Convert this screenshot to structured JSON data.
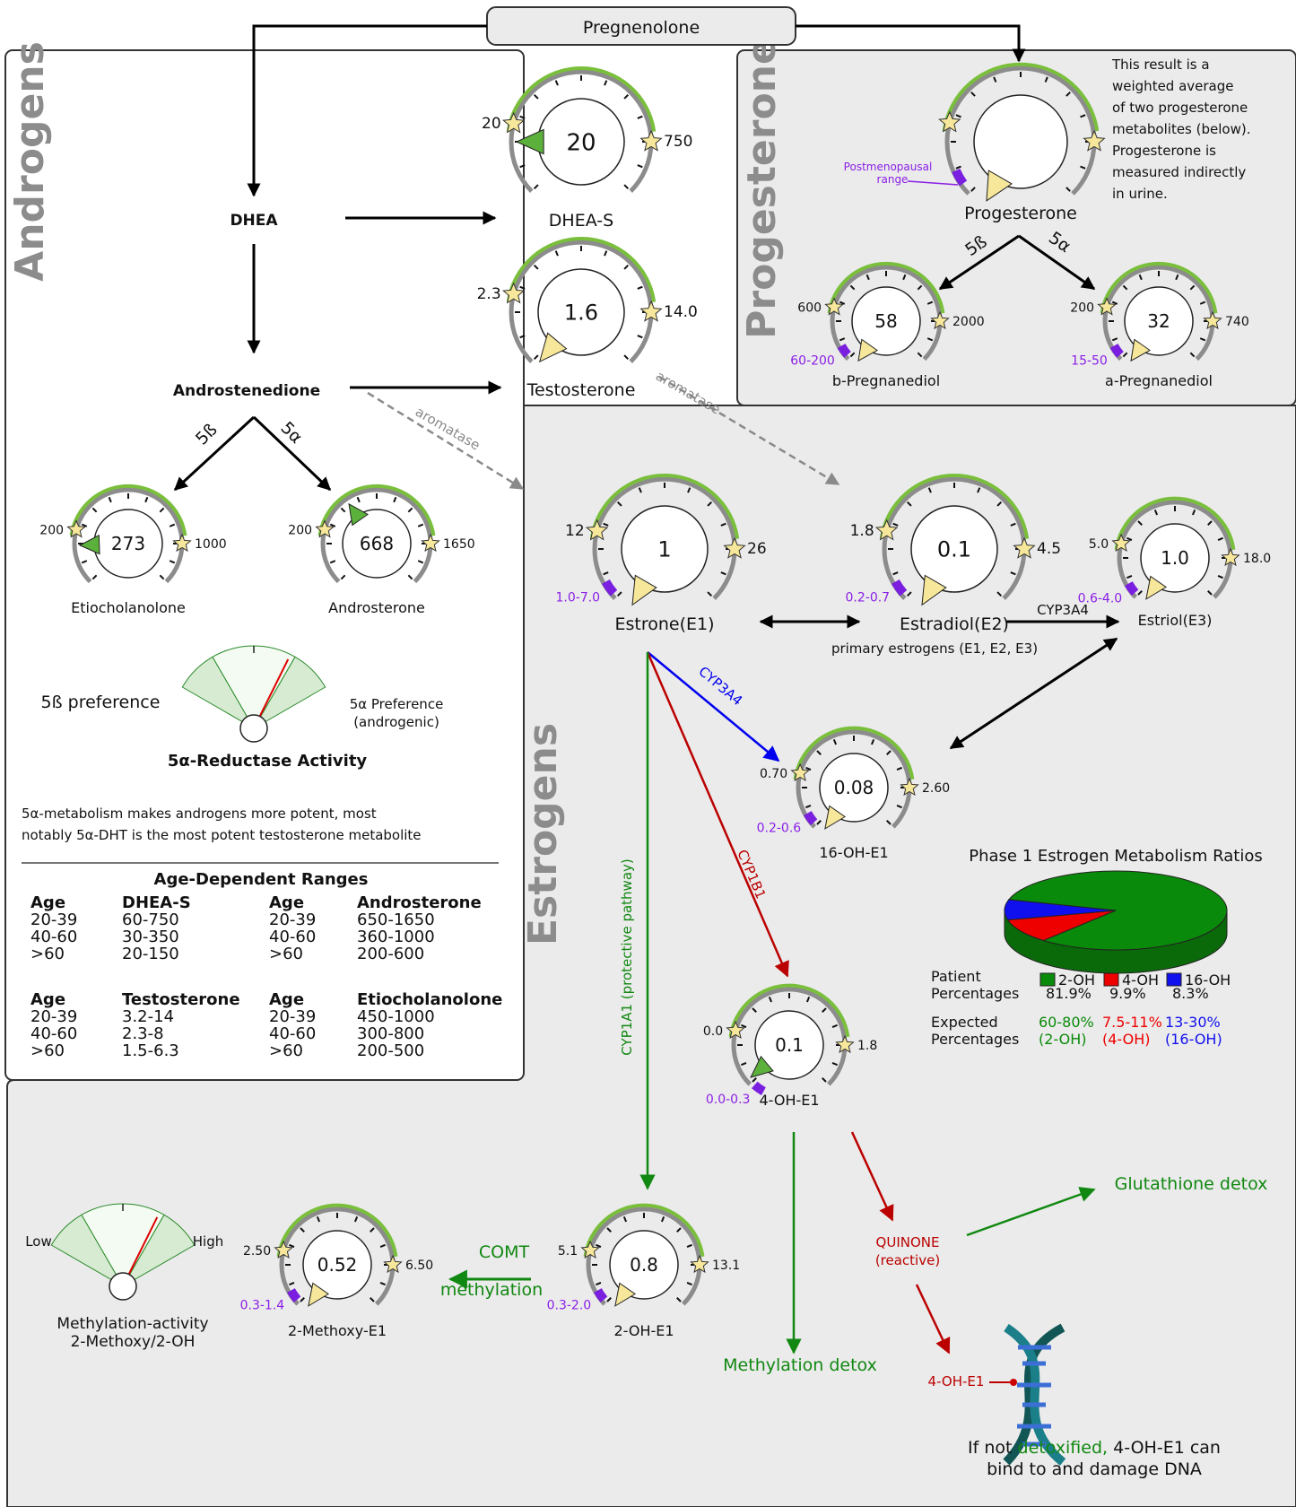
{
  "sections": {
    "androgens": "Androgens",
    "progesterone": "Progesterone",
    "estrogens": "Estrogens"
  },
  "top": {
    "pregnenolone": "Pregnenolone"
  },
  "labels": {
    "dhea": "DHEA",
    "androstenedione": "Androstenedione",
    "five_beta": "5ß",
    "five_alpha": "5α",
    "aromatase": "aromatase",
    "cyp3a4": "CYP3A4",
    "cyp1b1": "CYP1B1",
    "cyp1a1": "CYP1A1 (protective pathway)",
    "primary_estrogens": "primary estrogens (E1, E2, E3)",
    "comt": "COMT",
    "methylation": "methylation",
    "quinone": "QUINONE",
    "reactive": "(reactive)",
    "glutathione": "Glutathione detox",
    "methylation_detox": "Methylation detox",
    "four_oh_e1": "4-OH-E1",
    "dna_note_1a": "If not ",
    "dna_note_1b": "detoxified,",
    "dna_note_1c": " 4-OH-E1 can",
    "dna_note_2": "bind to and damage DNA",
    "postmenopausal_1": "Postmenopausal",
    "postmenopausal_2": "range"
  },
  "progesterone_note": [
    "This result is a",
    "weighted average",
    "of two progesterone",
    "metabolites (below).",
    "Progesterone is",
    "measured indirectly",
    "in urine."
  ],
  "gauges": {
    "dheas": {
      "name": "DHEA-S",
      "value": "20",
      "low": "20",
      "high": "750",
      "range": ""
    },
    "testosterone": {
      "name": "Testosterone",
      "value": "1.6",
      "low": "2.3",
      "high": "14.0",
      "range": ""
    },
    "progesterone": {
      "name": "Progesterone",
      "value": "",
      "low": "",
      "high": "",
      "range": ""
    },
    "bpreg": {
      "name": "b-Pregnanediol",
      "value": "58",
      "low": "600",
      "high": "2000",
      "range": "60-200"
    },
    "apreg": {
      "name": "a-Pregnanediol",
      "value": "32",
      "low": "200",
      "high": "740",
      "range": "15-50"
    },
    "etio": {
      "name": "Etiocholanolone",
      "value": "273",
      "low": "200",
      "high": "1000",
      "range": ""
    },
    "andro": {
      "name": "Androsterone",
      "value": "668",
      "low": "200",
      "high": "1650",
      "range": ""
    },
    "e1": {
      "name": "Estrone(E1)",
      "value": "1",
      "low": "12",
      "high": "26",
      "range": "1.0-7.0"
    },
    "e2": {
      "name": "Estradiol(E2)",
      "value": "0.1",
      "low": "1.8",
      "high": "4.5",
      "range": "0.2-0.7"
    },
    "e3": {
      "name": "Estriol(E3)",
      "value": "1.0",
      "low": "5.0",
      "high": "18.0",
      "range": "0.6-4.0"
    },
    "oh16": {
      "name": "16-OH-E1",
      "value": "0.08",
      "low": "0.70",
      "high": "2.60",
      "range": "0.2-0.6"
    },
    "oh4": {
      "name": "4-OH-E1",
      "value": "0.1",
      "low": "0.0",
      "high": "1.8",
      "range": "0.0-0.3"
    },
    "oh2": {
      "name": "2-OH-E1",
      "value": "0.8",
      "low": "5.1",
      "high": "13.1",
      "range": "0.3-2.0"
    },
    "methoxy": {
      "name": "2-Methoxy-E1",
      "value": "0.52",
      "low": "2.50",
      "high": "6.50",
      "range": "0.3-1.4"
    }
  },
  "reductase": {
    "left": "5ß preference",
    "right_1": "5α Preference",
    "right_2": "(androgenic)",
    "title": "5α-Reductase Activity",
    "level": 0.72
  },
  "methylation_gauge": {
    "low": "Low",
    "high": "High",
    "title_1": "Methylation-activity",
    "title_2": "2-Methoxy/2-OH",
    "level": 0.72
  },
  "note": {
    "line1": "5α-metabolism makes androgens more potent, most",
    "line2": "notably 5α-DHT is the most potent testosterone metabolite"
  },
  "age_table": {
    "title": "Age-Dependent Ranges",
    "blocks": [
      {
        "h1": "Age",
        "h2": "DHEA-S",
        "rows": [
          [
            "20-39",
            "60-750"
          ],
          [
            "40-60",
            "30-350"
          ],
          [
            ">60",
            "20-150"
          ]
        ]
      },
      {
        "h1": "Age",
        "h2": "Androsterone",
        "rows": [
          [
            "20-39",
            "650-1650"
          ],
          [
            "40-60",
            "360-1000"
          ],
          [
            ">60",
            "200-600"
          ]
        ]
      },
      {
        "h1": "Age",
        "h2": "Testosterone",
        "rows": [
          [
            "20-39",
            "3.2-14"
          ],
          [
            "40-60",
            "2.3-8"
          ],
          [
            ">60",
            "1.5-6.3"
          ]
        ]
      },
      {
        "h1": "Age",
        "h2": "Etiocholanolone",
        "rows": [
          [
            "20-39",
            "450-1000"
          ],
          [
            "40-60",
            "300-800"
          ],
          [
            ">60",
            "200-500"
          ]
        ]
      }
    ]
  },
  "ratios": {
    "title": "Phase 1 Estrogen Metabolism Ratios",
    "patient_label_1": "Patient",
    "patient_label_2": "Percentages",
    "expected_label_1": "Expected",
    "expected_label_2": "Percentages",
    "items": [
      {
        "name": "2-OH",
        "patient": "81.9%",
        "expected": "60-80%",
        "expected_name": "(2-OH)",
        "color": "#0a8a0a"
      },
      {
        "name": "4-OH",
        "patient": "9.9%",
        "expected": "7.5-11%",
        "expected_name": "(4-OH)",
        "color": "#ee0000"
      },
      {
        "name": "16-OH",
        "patient": "8.3%",
        "expected": "13-30%",
        "expected_name": "(16-OH)",
        "color": "#1010ee"
      }
    ]
  },
  "chart_data": {
    "type": "pie",
    "title": "Phase 1 Estrogen Metabolism Ratios",
    "categories": [
      "2-OH",
      "4-OH",
      "16-OH"
    ],
    "values": [
      81.9,
      9.9,
      8.3
    ],
    "colors": [
      "#0a8a0a",
      "#ee0000",
      "#1010ee"
    ]
  }
}
